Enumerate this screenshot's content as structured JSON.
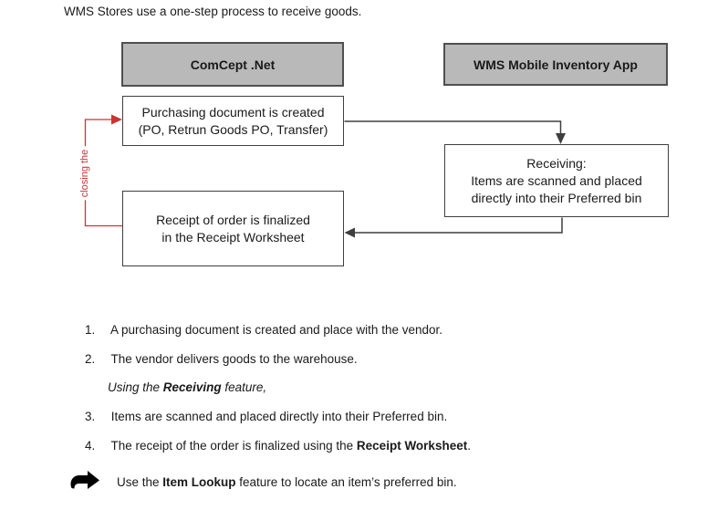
{
  "title": "WMS Stores use a one-step process to receive goods.",
  "diagram": {
    "headers": {
      "left": "ComCept .Net",
      "right": "WMS Mobile Inventory App"
    },
    "boxes": {
      "purchasing": {
        "text": "Purchasing document is created\n(PO, Retrun Goods PO, Transfer)"
      },
      "receiving": {
        "text": "Receiving:\nItems are scanned and placed\ndirectly into their Preferred bin"
      },
      "receipt": {
        "text": "Receipt of order is finalized\nin the Receipt Worksheet"
      }
    },
    "red_label": "closing the",
    "colors": {
      "header_fill": "#b9b9b9",
      "header_border": "#4f4f4f",
      "box_border": "#3f3f3f",
      "connector": "#3f3f3f",
      "red": "#cc3333"
    }
  },
  "steps": {
    "s1": {
      "num": "1.",
      "text": "A purchasing document is created and place with the vendor."
    },
    "s2": {
      "num": "2.",
      "text": "The vendor delivers goods to the warehouse."
    },
    "note": {
      "prefix": "Using the ",
      "bold": "Receiving",
      "suffix": " feature,"
    },
    "s3": {
      "num": "3.",
      "text": "Items are scanned and placed directly into their Preferred bin."
    },
    "s4": {
      "num": "4.",
      "prefix": "The receipt of the order is finalized using the ",
      "bold": "Receipt Worksheet",
      "suffix": "."
    }
  },
  "footer": {
    "prefix": "Use the ",
    "bold": "Item Lookup",
    "suffix": " feature to locate an item’s preferred bin."
  }
}
